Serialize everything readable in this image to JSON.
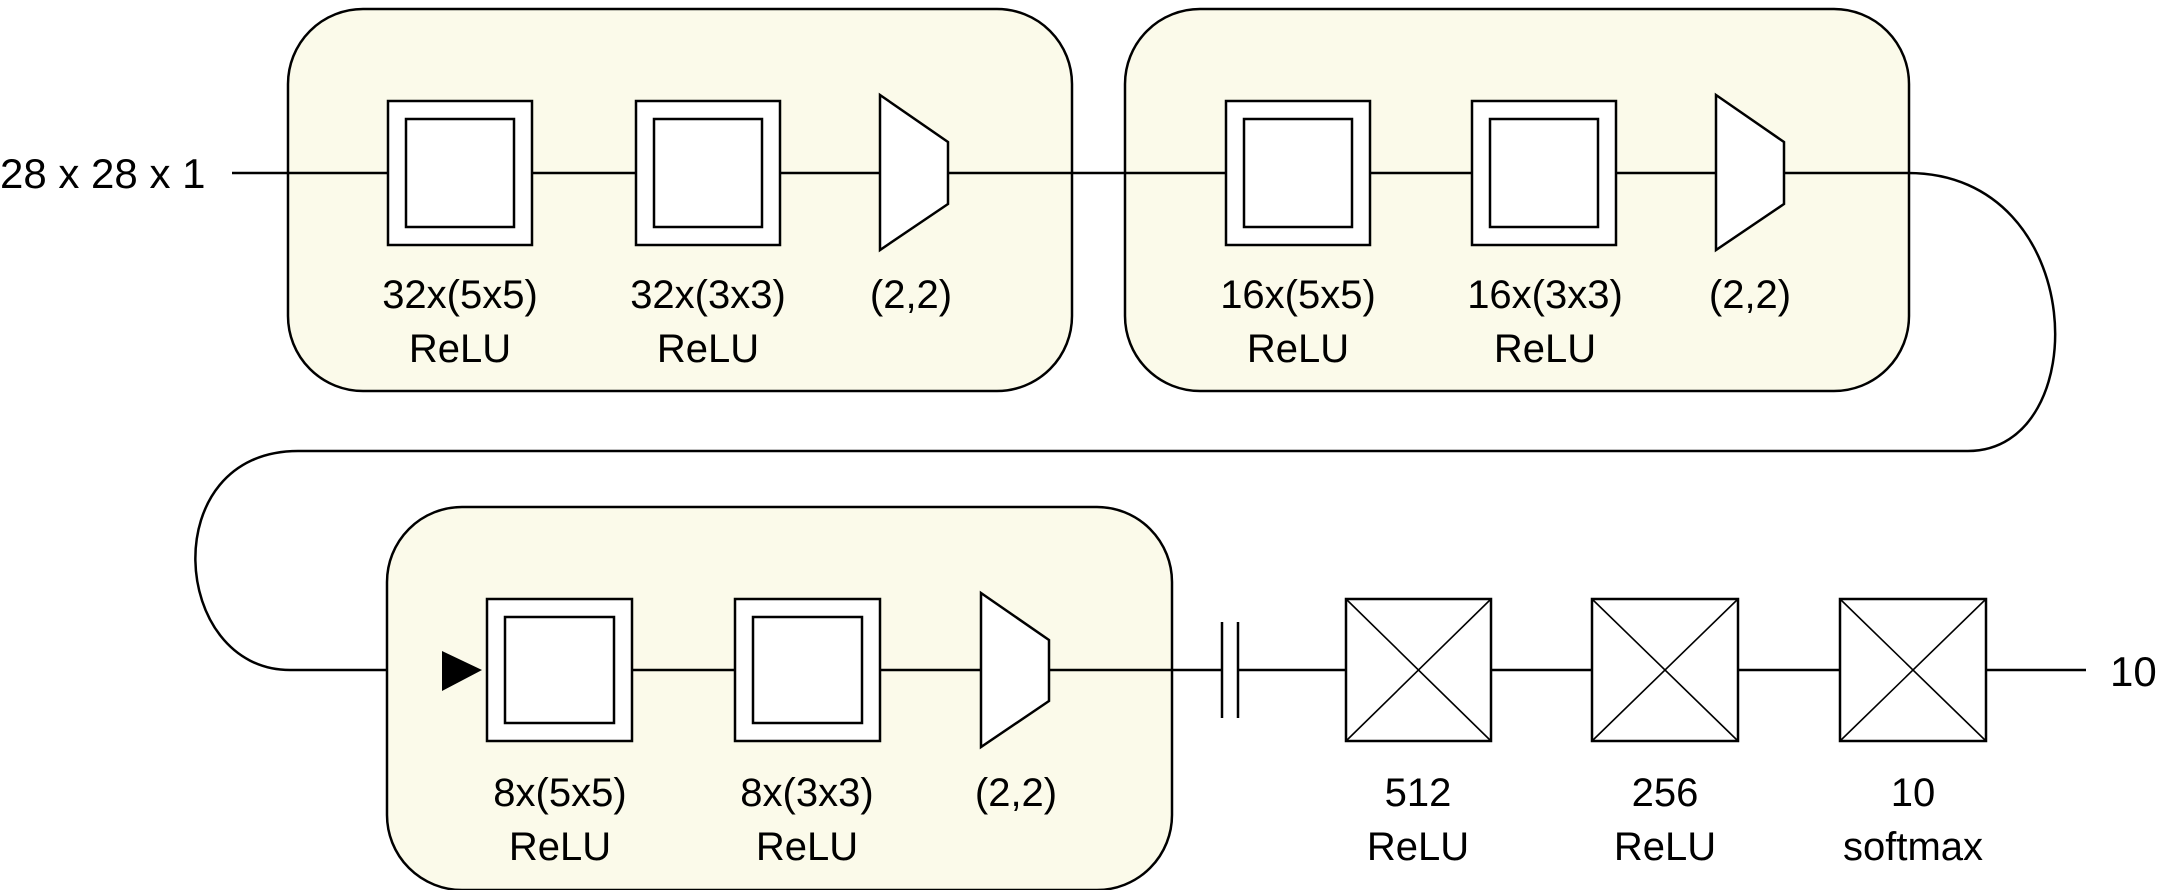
{
  "input_label": "28 x 28 x 1",
  "output_label": "10",
  "blocks": [
    {
      "layers": [
        {
          "kind": "conv",
          "filters": "32x(5x5)",
          "activation": "ReLU"
        },
        {
          "kind": "conv",
          "filters": "32x(3x3)",
          "activation": "ReLU"
        },
        {
          "kind": "pool",
          "size": "(2,2)"
        }
      ]
    },
    {
      "layers": [
        {
          "kind": "conv",
          "filters": "16x(5x5)",
          "activation": "ReLU"
        },
        {
          "kind": "conv",
          "filters": "16x(3x3)",
          "activation": "ReLU"
        },
        {
          "kind": "pool",
          "size": "(2,2)"
        }
      ]
    },
    {
      "layers": [
        {
          "kind": "conv",
          "filters": "8x(5x5)",
          "activation": "ReLU"
        },
        {
          "kind": "conv",
          "filters": "8x(3x3)",
          "activation": "ReLU"
        },
        {
          "kind": "pool",
          "size": "(2,2)"
        }
      ]
    }
  ],
  "dense": [
    {
      "units": "512",
      "activation": "ReLU"
    },
    {
      "units": "256",
      "activation": "ReLU"
    },
    {
      "units": "10",
      "activation": "softmax"
    }
  ]
}
